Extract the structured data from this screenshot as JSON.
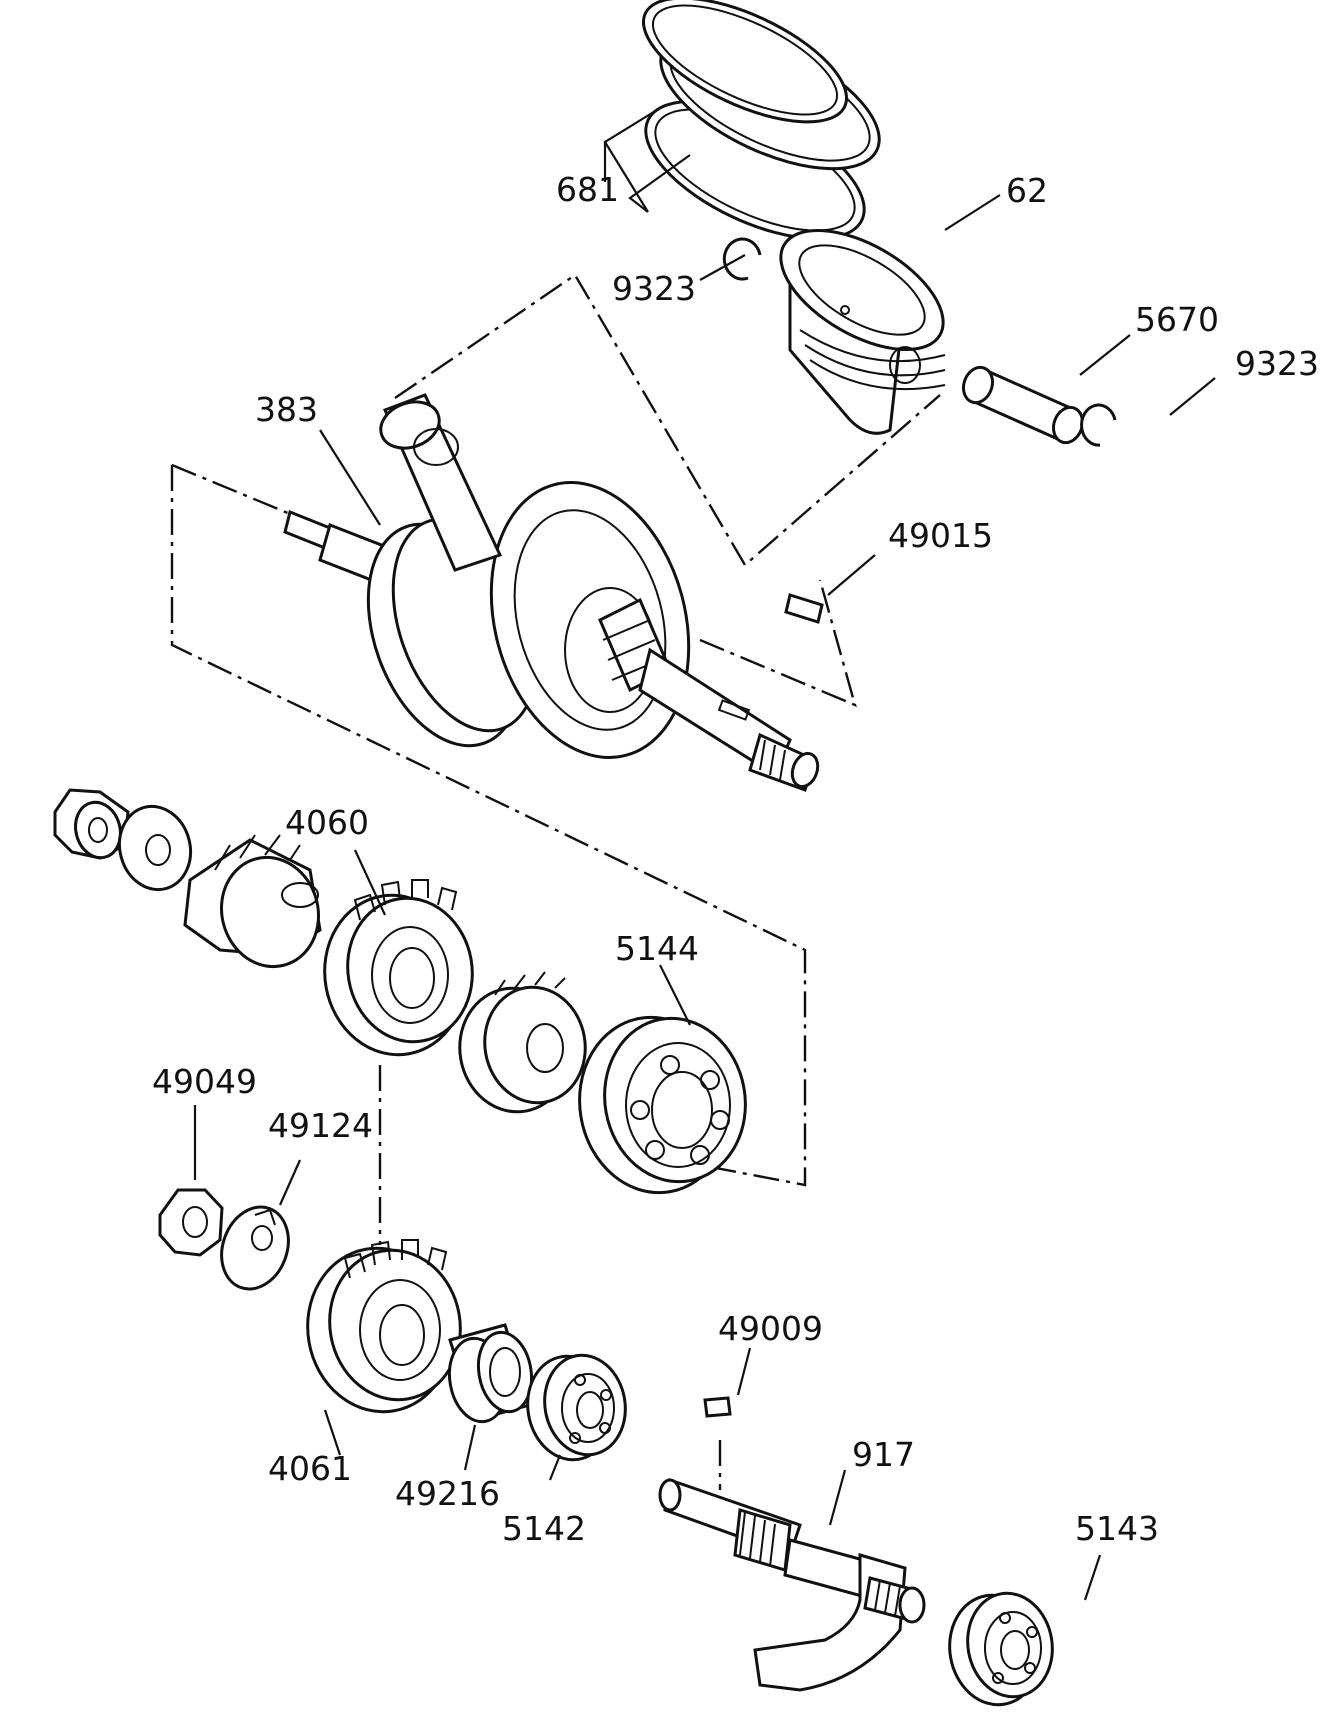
{
  "labels": {
    "p681": "681",
    "p62": "62",
    "p9323a": "9323",
    "p5670": "5670",
    "p9323b": "9323",
    "p383": "383",
    "p49015": "49015",
    "p4060": "4060",
    "p5144": "5144",
    "p49049": "49049",
    "p49124": "49124",
    "p49009": "49009",
    "p917": "917",
    "p4061": "4061",
    "p49216": "49216",
    "p5142": "5142",
    "p5143": "5143"
  }
}
